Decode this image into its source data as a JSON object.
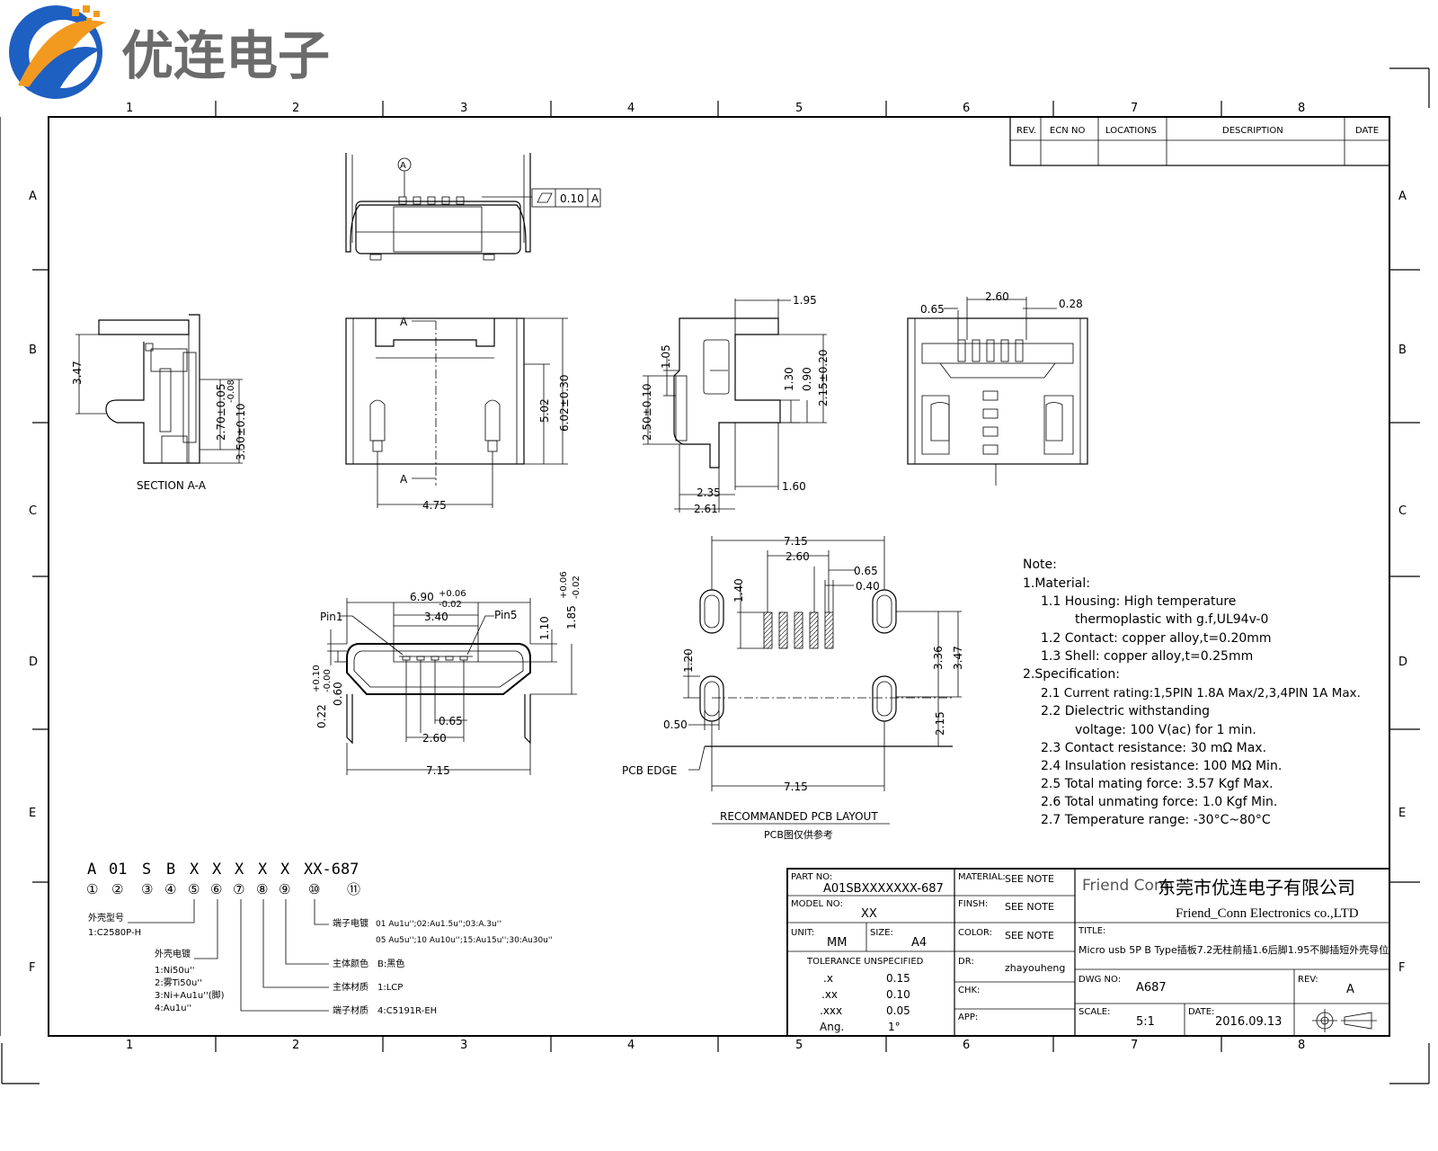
{
  "logo": {
    "text": "优连电子",
    "colors": {
      "blue": "#1e5fc2",
      "orange": "#f29a1f",
      "gray": "#6b6b6b"
    }
  },
  "frame": {
    "cols": [
      "1",
      "2",
      "3",
      "4",
      "5",
      "6",
      "7",
      "8"
    ],
    "rows": [
      "A",
      "B",
      "C",
      "D",
      "E",
      "F"
    ]
  },
  "revision_table": {
    "headers": [
      "REV.",
      "ECN NO",
      "LOCATIONS",
      "DESCRIPTION",
      "DATE"
    ]
  },
  "views": {
    "top_view": {
      "datum": "A",
      "flatness": "0.10",
      "flatness_ref": "A"
    },
    "section": {
      "label": "SECTION A-A",
      "dims": [
        "3.47",
        "2.70±0.05",
        "-0.08",
        "3.50±0.10"
      ]
    },
    "front": {
      "section_mark": "A",
      "dims": [
        "5.02",
        "6.02±0.30",
        "4.75"
      ]
    },
    "side": {
      "dims": [
        "1.95",
        "1.05",
        "2.50±0.10",
        "1.30",
        "0.90",
        "2.15±0.20",
        "2.35",
        "2.61",
        "1.60"
      ]
    },
    "rear": {
      "dims": [
        "0.65",
        "2.60",
        "0.28"
      ]
    },
    "mating_face": {
      "pin1": "Pin1",
      "pin5": "Pin5",
      "dims": [
        "6.90",
        "+0.06",
        "-0.02",
        "3.40",
        "1.10",
        "1.85",
        "+0.06",
        "-0.02",
        "0.22",
        "+0.10",
        "-0.00",
        "0.60",
        "0.65",
        "2.60",
        "7.15"
      ]
    },
    "pcb_layout": {
      "dims": [
        "7.15",
        "2.60",
        "0.65",
        "0.40",
        "1.40",
        "3.36",
        "3.47",
        "1.20",
        "0.50",
        "2.15",
        "7.15"
      ],
      "pcb_edge": "PCB EDGE",
      "title": "RECOMMANDED PCB LAYOUT",
      "subtitle": "PCB图仅供参考"
    }
  },
  "notes": {
    "title": "Note:",
    "lines": [
      "1.Material:",
      "1.1 Housing: High temperature",
      "thermoplastic with g.f,UL94v-0",
      "1.2 Contact: copper alloy,t=0.20mm",
      "1.3 Shell: copper alloy,t=0.25mm",
      "2.Specification:",
      "2.1 Current rating:1,5PIN 1.8A Max/2,3,4PIN 1A Max.",
      "2.2 Dielectric withstanding",
      "voltage: 100 V(ac) for 1 min.",
      "2.3 Contact resistance: 30 mΩ Max.",
      "2.4 Insulation resistance: 100 MΩ Min.",
      "2.5 Total mating force: 3.57 Kgf Max.",
      "2.6 Total unmating force: 1.0 Kgf Min.",
      "2.7 Temperature range: -30°C~80°C"
    ]
  },
  "part_code": {
    "chars": [
      "A",
      "01",
      "S",
      "B",
      "X",
      "X",
      "X",
      "X",
      "X",
      "XX-687"
    ],
    "circles": [
      "①",
      "②",
      "③",
      "④",
      "⑤",
      "⑥",
      "⑦",
      "⑧",
      "⑨",
      "⑩",
      "⑪"
    ],
    "legend": {
      "shell_type_title": "外壳型号",
      "shell_type_value": "1:C2580P-H",
      "shell_plating_title": "外壳电镀",
      "shell_plating_values": [
        "1:Ni50u''",
        "2:雾Ti50u''",
        "3:Ni+Au1u''(脚)",
        "4:Au1u''"
      ],
      "terminal_plating_title": "端子电镀",
      "terminal_plating_values": [
        "01 Au1u'';02:Au1.5u'';03:A.3u''",
        "05 Au5u'';10 Au10u'';15:Au15u'';30:Au30u''"
      ],
      "body_color_title": "主体颜色",
      "body_color_value": "B:黑色",
      "body_material_title": "主体材质",
      "body_material_value": "1:LCP",
      "terminal_material_title": "端子材质",
      "terminal_material_value": "4:C5191R-EH"
    }
  },
  "title_block": {
    "part_no_label": "PART NO:",
    "part_no": "A01SBXXXXXXX-687",
    "model_no_label": "MODEL NO:",
    "model_no": "XX",
    "unit_label": "UNIT:",
    "unit": "MM",
    "size_label": "SIZE:",
    "size": "A4",
    "tolerance_title": "TOLERANCE UNSPECIFIED",
    "tolerances": [
      [
        ".x",
        "0.15"
      ],
      [
        ".xx",
        "0.10"
      ],
      [
        ".xxx",
        "0.05"
      ],
      [
        "Ang.",
        "1°"
      ]
    ],
    "material_label": "MATERIAL:",
    "material": "SEE NOTE",
    "finish_label": "FINSH:",
    "finish": "SEE NOTE",
    "color_label": "COLOR:",
    "color": "SEE NOTE",
    "dr_label": "DR:",
    "dr": "zhayouheng",
    "chk_label": "CHK:",
    "app_label": "APP:",
    "company_logo": "Friend Conn",
    "company_cn": "东莞市优连电子有限公司",
    "company_en": "Friend_Conn Electronics co.,LTD",
    "title_label": "TITLE:",
    "title": "Micro usb 5P B Type插板7.2无柱前插1.6后脚1.95不脚插短外壳导位",
    "dwg_no_label": "DWG NO:",
    "dwg_no": "A687",
    "rev_label": "REV:",
    "rev": "A",
    "scale_label": "SCALE:",
    "scale": "5:1",
    "date_label": "DATE:",
    "date": "2016.09.13"
  }
}
